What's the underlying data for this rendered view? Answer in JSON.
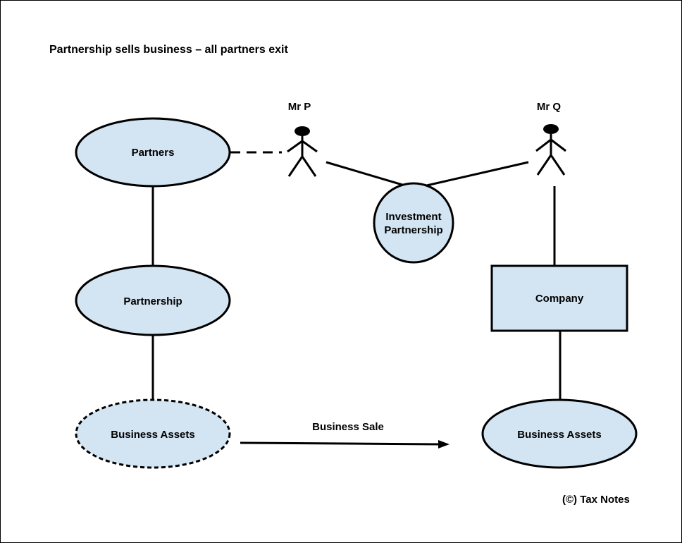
{
  "title": "Partnership sells business – all partners exit",
  "colors": {
    "fill": "#d3e5f3",
    "stroke": "#000000"
  },
  "nodes": {
    "partners": "Partners",
    "partnership": "Partnership",
    "business_assets_left": "Business Assets",
    "investment_partnership_line1": "Investment",
    "investment_partnership_line2": "Partnership",
    "company": "Company",
    "business_assets_right": "Business Assets"
  },
  "people": {
    "mr_p": "Mr P",
    "mr_q": "Mr Q"
  },
  "edges": {
    "business_sale": "Business Sale"
  },
  "footer": {
    "copyright": "(©) Tax Notes"
  }
}
